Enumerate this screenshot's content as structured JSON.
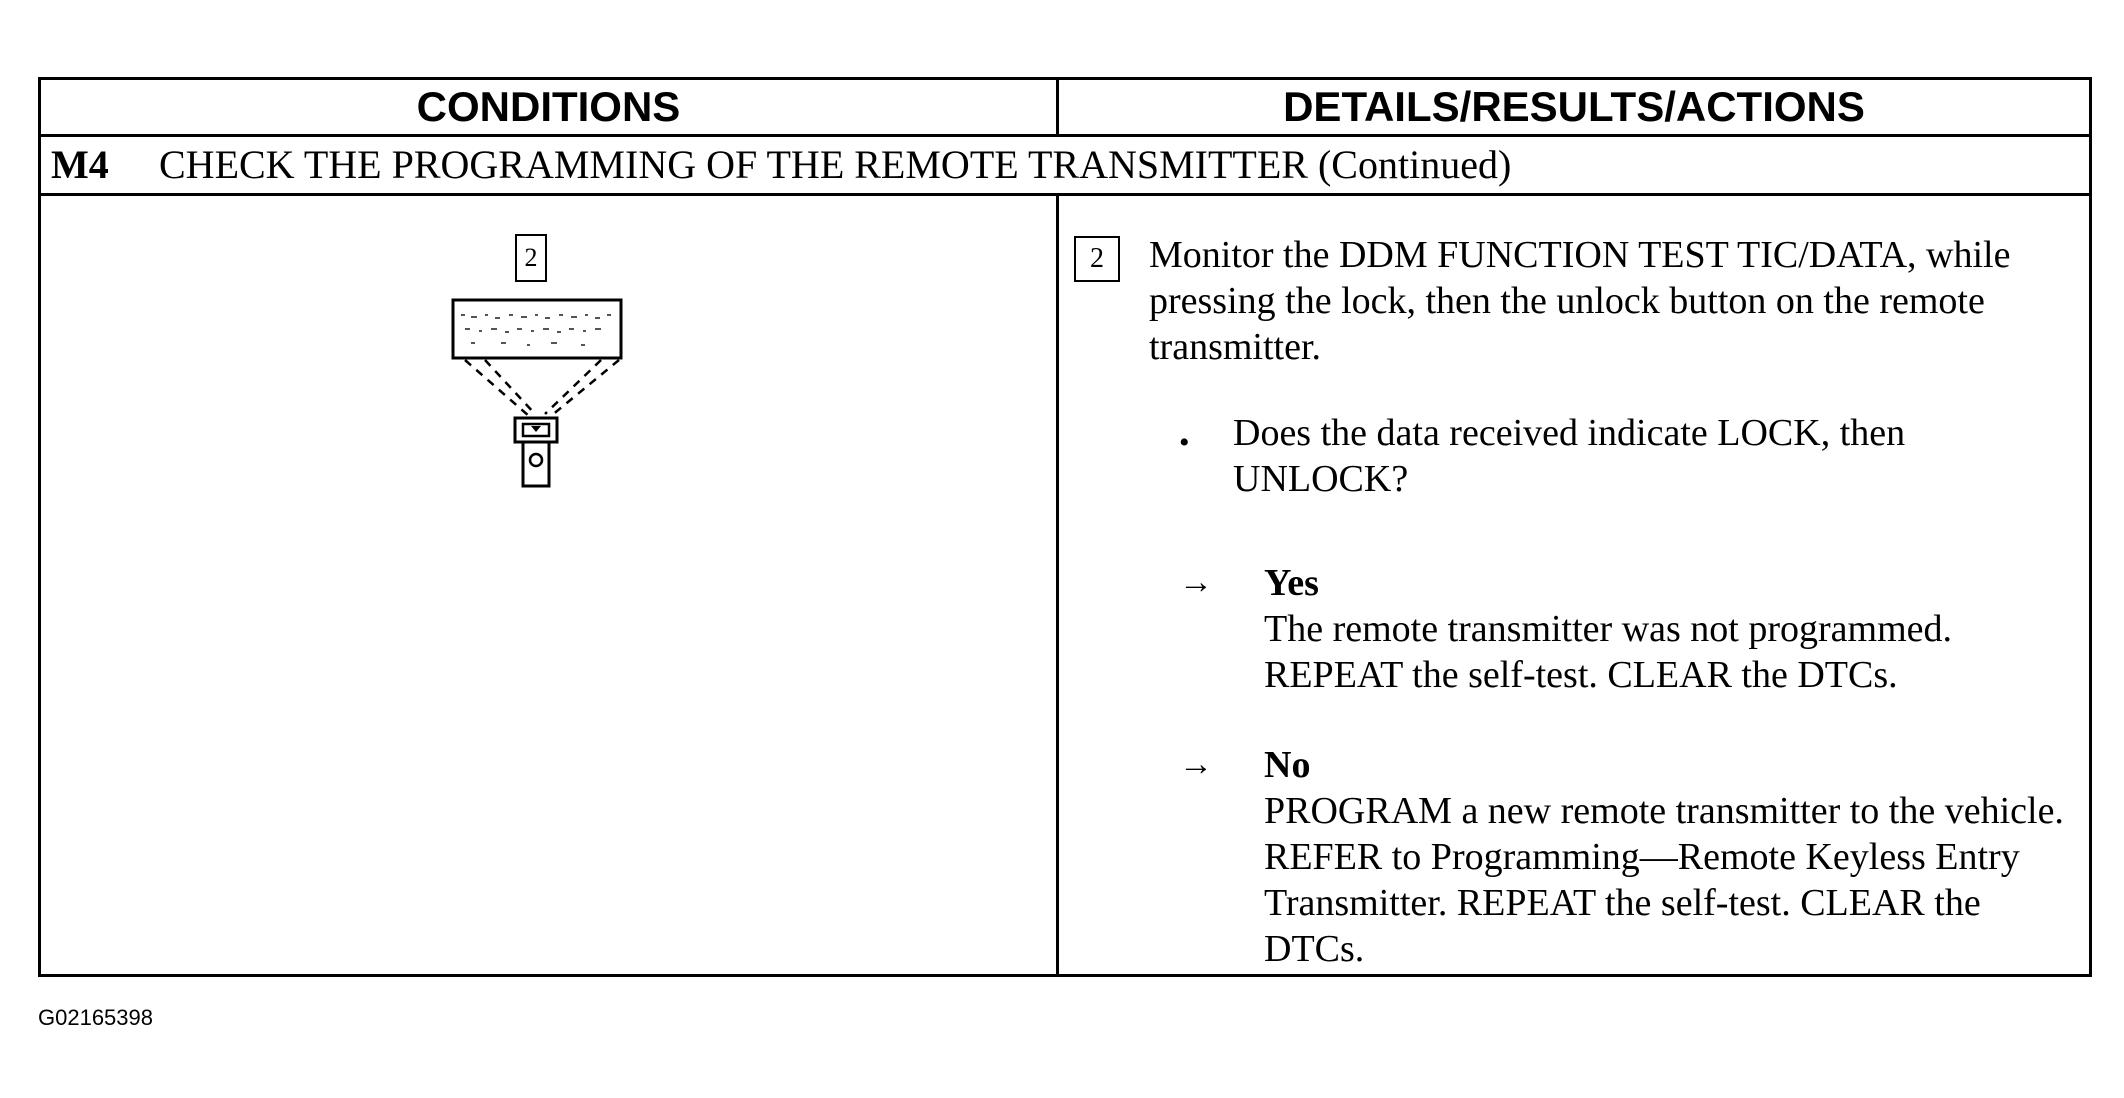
{
  "header": {
    "conditions": "CONDITIONS",
    "details": "DETAILS/RESULTS/ACTIONS"
  },
  "section": {
    "code": "M4",
    "title": "CHECK THE PROGRAMMING OF THE REMOTE TRANSMITTER (Continued)"
  },
  "left": {
    "step_number": "2"
  },
  "right": {
    "step_number": "2",
    "intro": "Monitor the DDM FUNCTION TEST TIC/DATA, while pressing the lock, then the unlock button on the remote transmitter.",
    "bullet": "•",
    "question": "Does the data received indicate LOCK, then UNLOCK?",
    "arrow": "→",
    "yes_label": "Yes",
    "yes_text": "The remote transmitter was not programmed. REPEAT the self-test. CLEAR the DTCs.",
    "no_label": "No",
    "no_text": "PROGRAM a new remote transmitter to the vehicle. REFER to Programming—Remote Keyless Entry Transmitter. REPEAT the self-test. CLEAR the DTCs."
  },
  "figure_id": "G02165398"
}
